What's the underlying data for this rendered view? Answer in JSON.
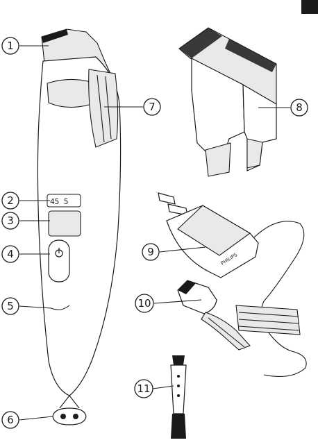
{
  "corner_tab": {
    "color": "#1a1a1a"
  },
  "callouts": [
    {
      "id": "1",
      "label": "1"
    },
    {
      "id": "2",
      "label": "2"
    },
    {
      "id": "3",
      "label": "3"
    },
    {
      "id": "4",
      "label": "4"
    },
    {
      "id": "5",
      "label": "5"
    },
    {
      "id": "6",
      "label": "6"
    },
    {
      "id": "7",
      "label": "7"
    },
    {
      "id": "8",
      "label": "8"
    },
    {
      "id": "9",
      "label": "9"
    },
    {
      "id": "10",
      "label": "10"
    },
    {
      "id": "11",
      "label": "11"
    }
  ],
  "display": {
    "readout": "45 5"
  },
  "adapter": {
    "brand_text": "PHILIPS"
  }
}
